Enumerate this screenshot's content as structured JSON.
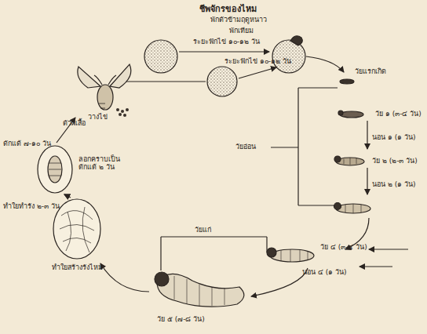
{
  "diagram": {
    "title": "ชีพจักรของไหม",
    "labels": [
      "พักตัวข้ามฤดูหนาว",
      "พักเทียม",
      "ระยะฟักไข่ ๑๐-๑๒ วัน",
      "ระยะฟักไข่ ๑๐-๑๒ วัน",
      "วัยแรกเกิด",
      "วัย ๑ (๓-๔ วัน)",
      "นอน ๑ (๑ วัน)",
      "วัย ๒ (๒-๓ วัน)",
      "นอน ๒ (๑ วัน)",
      "วัยอ่อน",
      "วัยแก่",
      "วัย ๔ (๓-๔ วัน)",
      "นอน ๔ (๑ วัน)",
      "วัย ๕ (๗-๘ วัน)",
      "ตัวผีเสื้อ",
      "วางไข่",
      "ดักแด้ ๗-๑๐ วัน",
      "ลอกคราบเป็น ดักแด้ ๒ วัน",
      "ทำใยทำรัง ๒-๓ วัน",
      "ทำใยสร้างรังไหม"
    ]
  }
}
